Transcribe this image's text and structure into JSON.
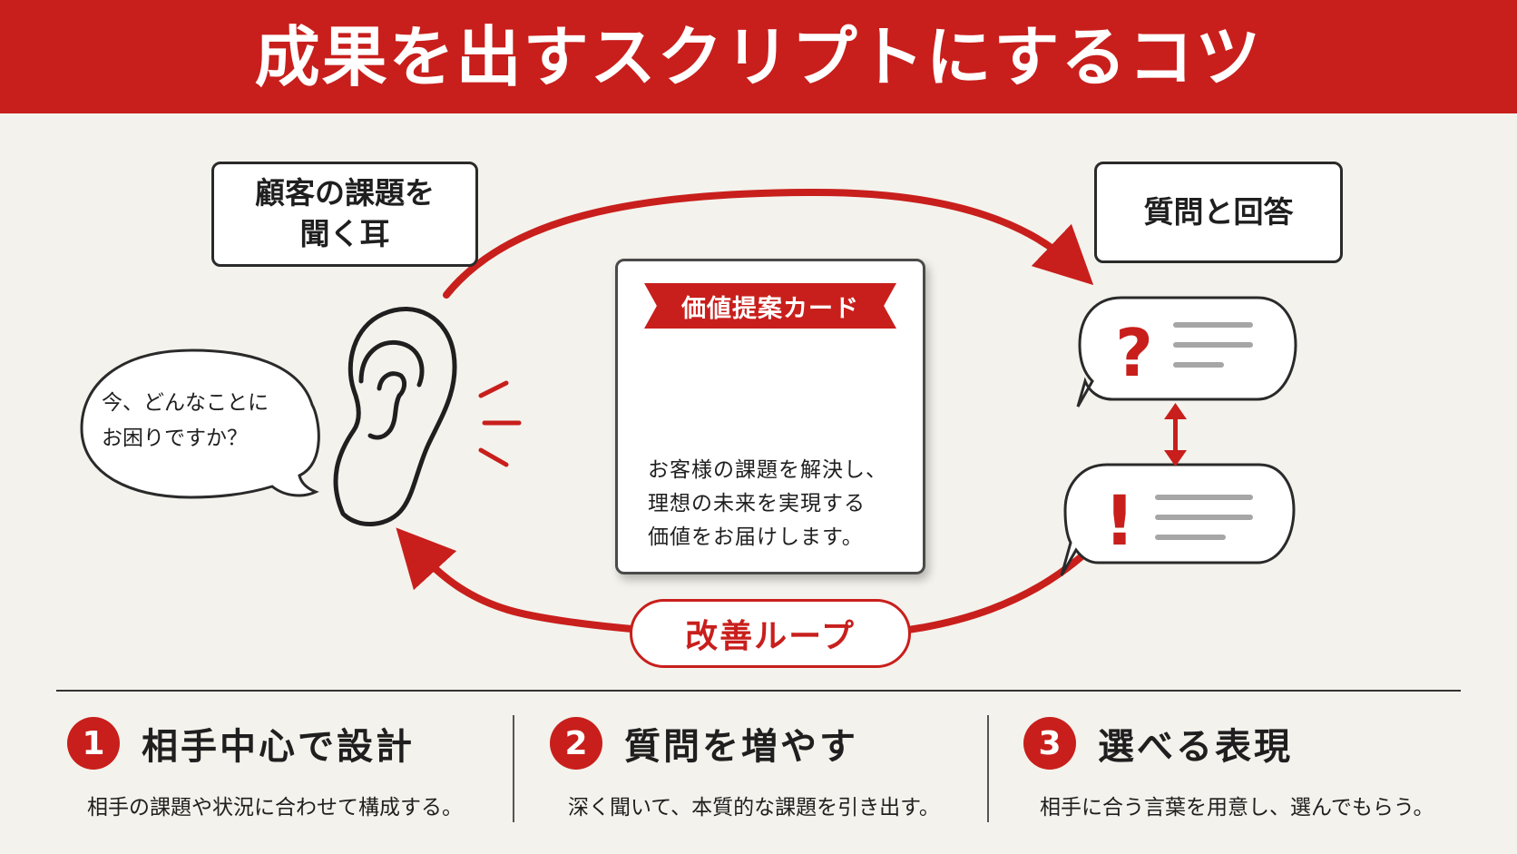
{
  "header": {
    "title": "成果を出すスクリプトにするコツ"
  },
  "diagram": {
    "ear_label": "顧客の課題を\n聞く耳",
    "speech_bubble": "今、どんなことに\nお困りですか？",
    "qa_label": "質問と回答",
    "question_mark": "?",
    "exclamation_mark": "!",
    "card": {
      "ribbon": "価値提案カード",
      "description": "お客様の課題を解決し、\n理想の未来を実現する\n価値をお届けします。"
    },
    "loop_label": "改善ループ"
  },
  "tips": [
    {
      "number": "1",
      "title": "相手中心で設計",
      "description": "相手の課題や状況に合わせて構成する。"
    },
    {
      "number": "2",
      "title": "質問を増やす",
      "description": "深く聞いて、本質的な課題を引き出す。"
    },
    {
      "number": "3",
      "title": "選べる表現",
      "description": "相手に合う言葉を用意し、選んでもらう。"
    }
  ],
  "colors": {
    "accent": "#c81f1c",
    "background": "#f4f2ec",
    "ink": "#1f1f1f",
    "line_gray": "#a6a6a6"
  },
  "icons": [
    "ear-icon",
    "check-icon",
    "question-mark-icon",
    "exclamation-mark-icon",
    "double-arrow-icon"
  ]
}
